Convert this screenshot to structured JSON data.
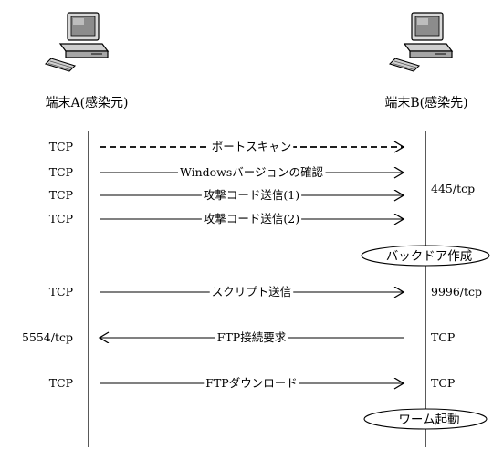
{
  "hosts": {
    "a": {
      "label": "端末A(感染元)",
      "icon": "computer-icon"
    },
    "b": {
      "label": "端末B(感染先)",
      "icon": "computer-icon"
    }
  },
  "messages": [
    {
      "name": "port-scan",
      "label": "ポートスキャン",
      "direction": "a-to-b",
      "style": "dashed",
      "left": "TCP",
      "right": ""
    },
    {
      "name": "windows-version",
      "label": "Windowsバージョンの確認",
      "direction": "a-to-b",
      "style": "solid",
      "left": "TCP",
      "right": ""
    },
    {
      "name": "attack-code-1",
      "label": "攻撃コード送信(1)",
      "direction": "a-to-b",
      "style": "solid",
      "left": "TCP",
      "right": ""
    },
    {
      "name": "attack-code-2",
      "label": "攻撃コード送信(2)",
      "direction": "a-to-b",
      "style": "solid",
      "left": "TCP",
      "right": ""
    },
    {
      "name": "script-send",
      "label": "スクリプト送信",
      "direction": "a-to-b",
      "style": "solid",
      "left": "TCP",
      "right": "9996/tcp"
    },
    {
      "name": "ftp-request",
      "label": "FTP接続要求",
      "direction": "b-to-a",
      "style": "solid",
      "left": "5554/tcp",
      "right": "TCP"
    },
    {
      "name": "ftp-download",
      "label": "FTPダウンロード",
      "direction": "a-to-b",
      "style": "solid",
      "left": "TCP",
      "right": "TCP"
    }
  ],
  "port_group_label": "445/tcp",
  "events": [
    {
      "name": "backdoor-create",
      "label": "バックドア作成"
    },
    {
      "name": "worm-start",
      "label": "ワーム起動"
    }
  ]
}
